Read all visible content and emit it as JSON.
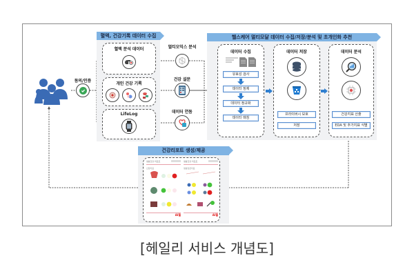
{
  "caption": "[헤일리 서비스 개념도]",
  "user": {
    "icon": "users-group-icon",
    "consent_label": "동의/인증",
    "consent_icon": "check-circle-icon"
  },
  "collection_panel": {
    "title": "혈액, 건강기록 데이터 수집",
    "boxes": [
      {
        "label": "혈액 분석 데이터",
        "icons": [
          "blood-sample-hand-icon"
        ]
      },
      {
        "label": "개인 건강 기록",
        "icons": [
          "medical-record-icon",
          "pills-icon",
          "organ-chart-icon"
        ]
      },
      {
        "label": "LifeLog",
        "icons": [
          "smartwatch-icon"
        ]
      }
    ]
  },
  "middle_nodes": [
    {
      "label": "멀티오믹스 분석",
      "icon": "molecule-icon"
    },
    {
      "label": "건강 설문",
      "icon": "survey-tablet-icon"
    },
    {
      "label": "데이터 연동",
      "icon": "data-link-icon"
    }
  ],
  "pipeline_panel": {
    "title": "헬스케어 멀티모달 데이터 수집/저장/분석 및 초개인화 추천",
    "columns": [
      {
        "title": "데이터 수집",
        "icons": [
          "table-doc-icon"
        ],
        "steps": [
          "유효성 검사",
          "데이터 정제",
          "데이터 정규화",
          "데이터 매칭"
        ]
      },
      {
        "title": "데이터 저장",
        "icons": [
          "database-icon",
          "bucket-storage-icon"
        ],
        "steps": [
          "프라이버시 보호",
          "저장"
        ]
      },
      {
        "title": "데이터 분석",
        "icons": [
          "analytics-search-icon",
          "ai-chip-icon"
        ],
        "steps": [
          "건강지표 산출",
          "EDA 및 추가지표 식별"
        ]
      }
    ]
  },
  "report_panel": {
    "title": "건강리포트 생성/제공",
    "pages": [
      {
        "header": "생활건강 리포트",
        "section": "신장지표",
        "brand": "AI헬"
      },
      {
        "header": "생활건강 리포트",
        "section": "생활습관지표",
        "brand": "AI헬"
      }
    ]
  },
  "colors": {
    "banner": "#7fb3e3",
    "accent_blue": "#2f7fd0",
    "user_blue": "#3a6bb5",
    "check_green": "#3aa657",
    "status_red": "#e02020",
    "status_green": "#44c23a",
    "status_yellow": "#f0e830"
  }
}
